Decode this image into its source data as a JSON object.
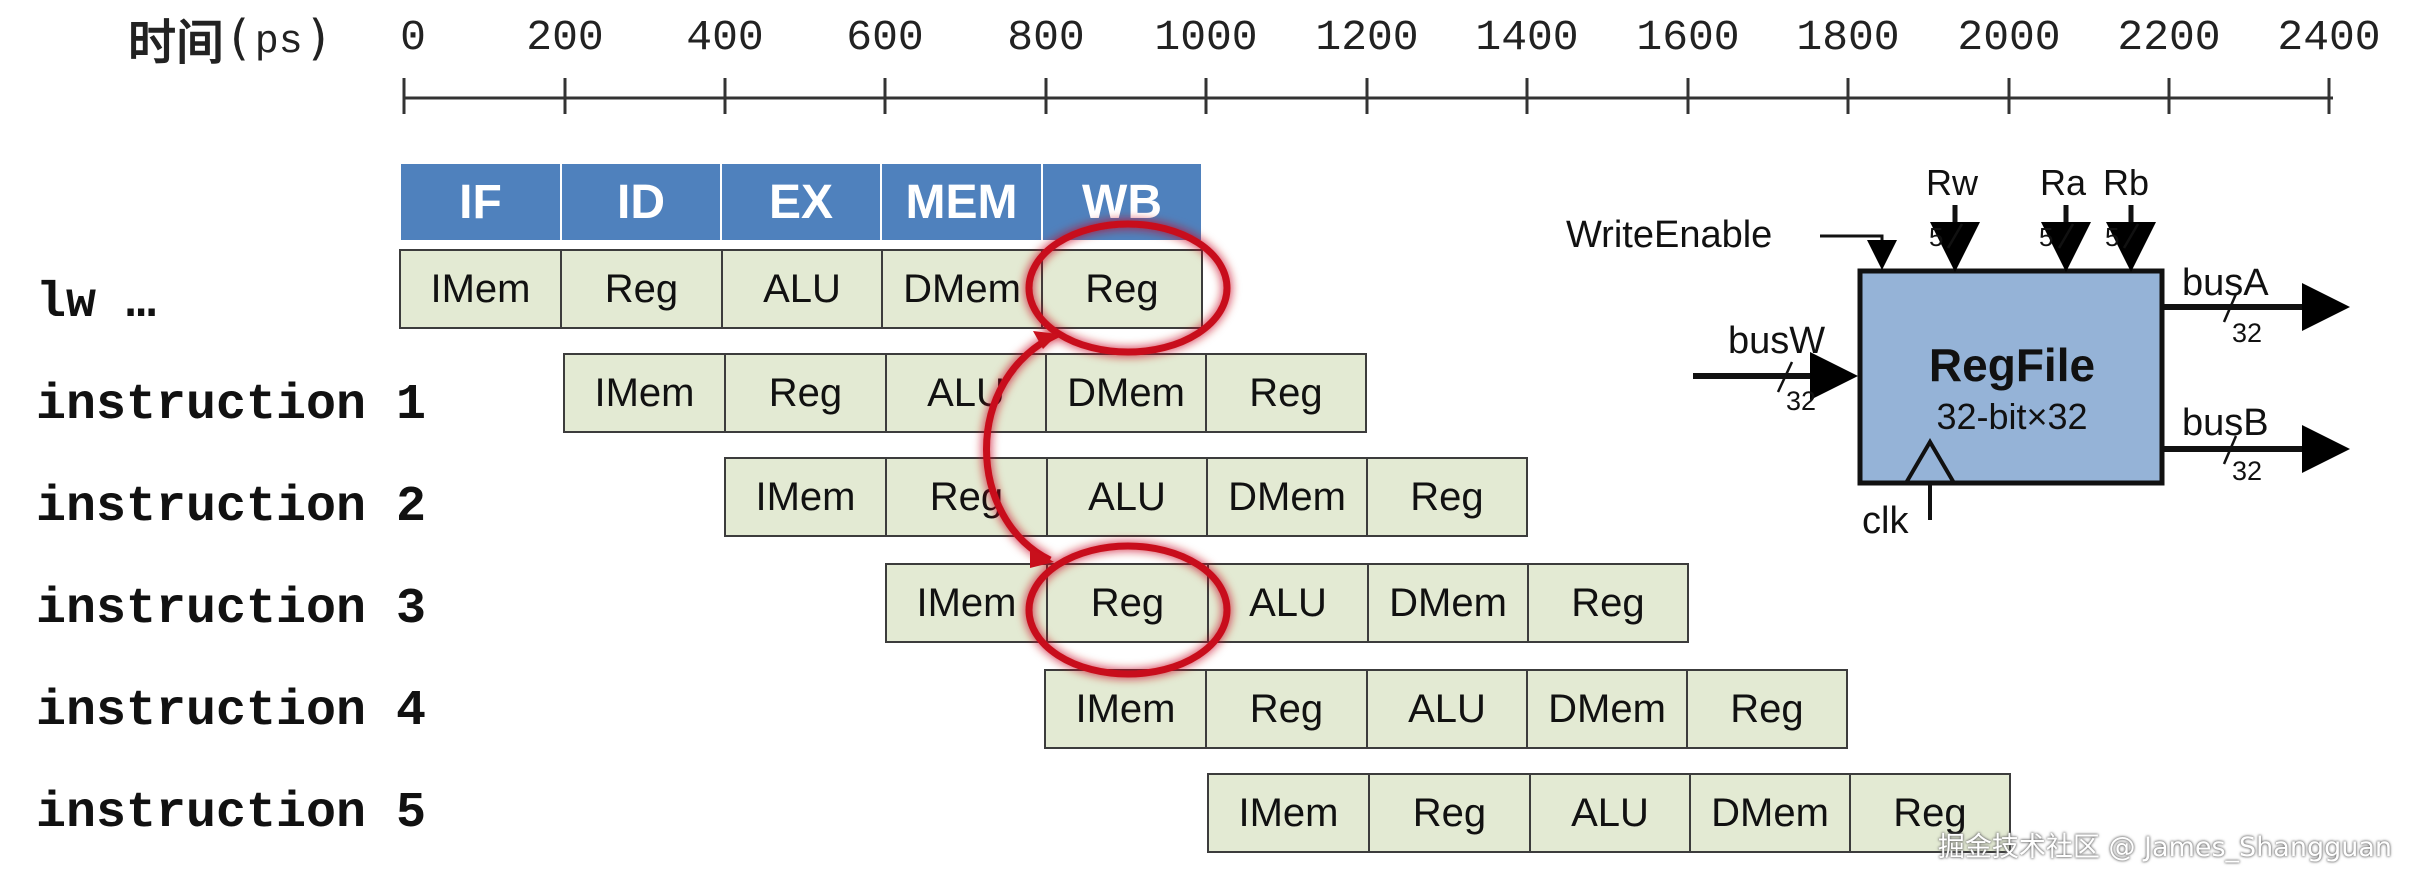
{
  "axis": {
    "title_zh": "时间",
    "paren_open": "(",
    "unit": "ps",
    "paren_close": ")",
    "ticks": [
      "0",
      "200",
      "400",
      "600",
      "800",
      "1000",
      "1200",
      "1400",
      "1600",
      "1800",
      "2000",
      "2200",
      "2400"
    ]
  },
  "stages": [
    "IF",
    "ID",
    "EX",
    "MEM",
    "WB"
  ],
  "instructions": [
    {
      "label": "lw …",
      "cells": [
        "IMem",
        "Reg",
        "ALU",
        "DMem",
        "Reg"
      ]
    },
    {
      "label": "instruction 1",
      "cells": [
        "IMem",
        "Reg",
        "ALU",
        "DMem",
        "Reg"
      ]
    },
    {
      "label": "instruction 2",
      "cells": [
        "IMem",
        "Reg",
        "ALU",
        "DMem",
        "Reg"
      ]
    },
    {
      "label": "instruction 3",
      "cells": [
        "IMem",
        "Reg",
        "ALU",
        "DMem",
        "Reg"
      ]
    },
    {
      "label": "instruction 4",
      "cells": [
        "IMem",
        "Reg",
        "ALU",
        "DMem",
        "Reg"
      ]
    },
    {
      "label": "instruction 5",
      "cells": [
        "IMem",
        "Reg",
        "ALU",
        "DMem",
        "Reg"
      ]
    }
  ],
  "regfile": {
    "title": "RegFile",
    "subtitle": "32-bit×32",
    "write_enable": "WriteEnable",
    "rw": "Rw",
    "ra": "Ra",
    "rb": "Rb",
    "bit5": "5",
    "bus_w": "busW",
    "bus_a": "busA",
    "bus_b": "busB",
    "bit32": "32",
    "clk": "clk"
  },
  "highlight_color": "#c8101c",
  "stage_color": "#4f81bd",
  "cell_color": "#e3ead3",
  "regfile_color": "#95b3d7",
  "watermark": "掘金技术社区 @ James_Shangguan"
}
